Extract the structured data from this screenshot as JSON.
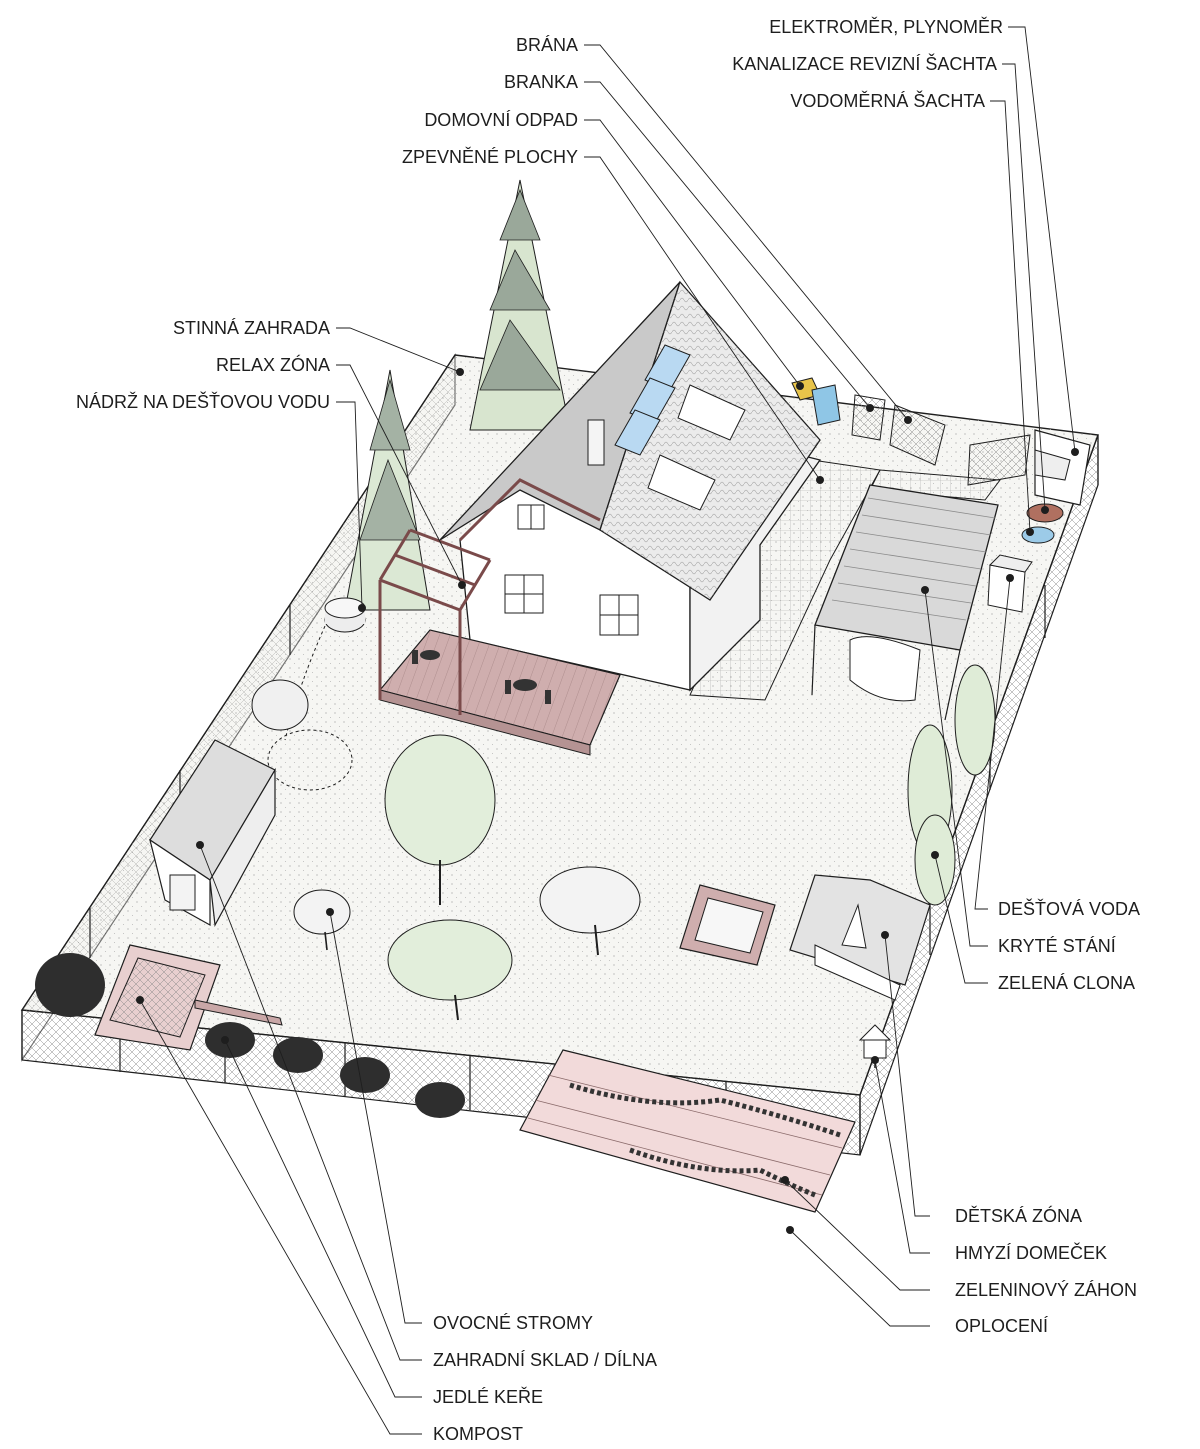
{
  "labels": {
    "elektromer": "ELEKTROMĚR, PLYNOMĚR",
    "kanalizace": "KANALIZACE REVIZNÍ ŠACHTA",
    "vodomerna": "VODOMĚRNÁ ŠACHTA",
    "brana": "BRÁNA",
    "branka": "BRANKA",
    "domovni_odpad": "DOMOVNÍ ODPAD",
    "zpevnene_plochy": "ZPEVNĚNÉ PLOCHY",
    "stinna_zahrada": "STINNÁ ZAHRADA",
    "relax_zona": "RELAX ZÓNA",
    "nadrz": "NÁDRŽ NA DEŠŤOVOU VODU",
    "destova_voda": "DEŠŤOVÁ VODA",
    "kryte_stani": "KRYTÉ STÁNÍ",
    "zelena_clona": "ZELENÁ CLONA",
    "detska_zona": "DĚTSKÁ ZÓNA",
    "hmyzi_domecek": "HMYZÍ DOMEČEK",
    "zeleninovy_zahon": "ZELENINOVÝ ZÁHON",
    "oploceni": "OPLOCENÍ",
    "ovocne_stromy": "OVOCNÉ STROMY",
    "zahradni_sklad": "ZAHRADNÍ SKLAD / DÍLNA",
    "jedle_kere": "JEDLÉ KEŘE",
    "kompost": "KOMPOST"
  },
  "colors": {
    "ink": "#1e1e1e",
    "ground": "#f6f6f3",
    "roof": "#c9c9c9",
    "wall": "#ffffff",
    "deck": "#cfaeae",
    "wood": "#c9a7a7",
    "foliage": "#e2eedb",
    "skylight": "#b9d9f2",
    "waste_yellow": "#e8c44a",
    "waste_blue": "#8fc6e6",
    "shaft_brown": "#b07060",
    "shaft_blue": "#9ccbe8"
  }
}
